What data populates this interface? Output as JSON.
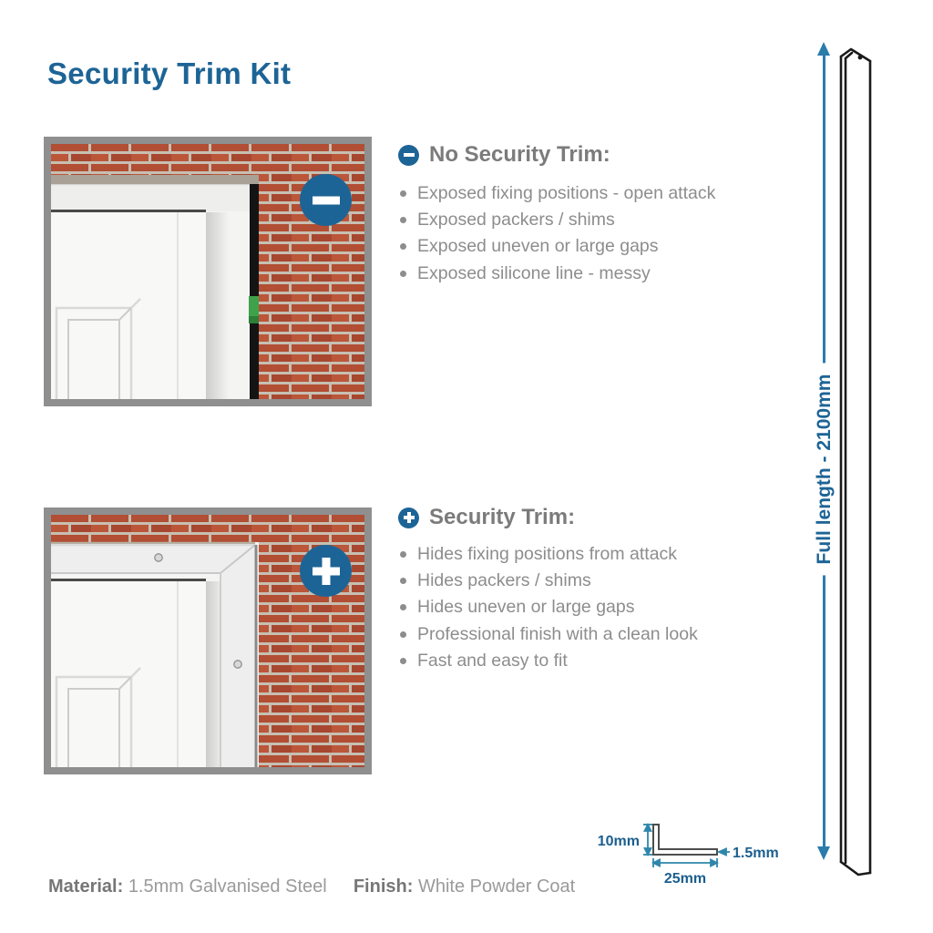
{
  "page": {
    "title": "Security Trim Kit"
  },
  "sections": [
    {
      "id": "no_trim",
      "badge": "minus",
      "heading": "No Security Trim:",
      "bullets": [
        "Exposed fixing positions - open attack",
        "Exposed packers / shims",
        "Exposed uneven or large gaps",
        "Exposed silicone line - messy"
      ]
    },
    {
      "id": "with_trim",
      "badge": "plus",
      "heading": "Security Trim:",
      "bullets": [
        "Hides fixing positions from attack",
        "Hides packers / shims",
        "Hides uneven or large gaps",
        "Professional finish with a clean look",
        "Fast and easy to fit"
      ]
    }
  ],
  "dimensions": {
    "full_length_label": "Full length - 2100mm",
    "cross_section": {
      "height": "10mm",
      "width": "25mm",
      "thickness": "1.5mm"
    }
  },
  "footer": {
    "material_label": "Material:",
    "material_value": "1.5mm Galvanised Steel",
    "finish_label": "Finish:",
    "finish_value": "White Powder Coat"
  },
  "colors": {
    "accent_blue": "#1d6496",
    "dimension_blue": "#2b7cab",
    "heading_gray": "#7b7b7b",
    "body_gray": "#8d8d8d",
    "photo_border_gray": "#8f8f8f",
    "brick_red": "#b14e33",
    "mortar": "#c7bfb2",
    "shim_green": "#3fa24b"
  }
}
